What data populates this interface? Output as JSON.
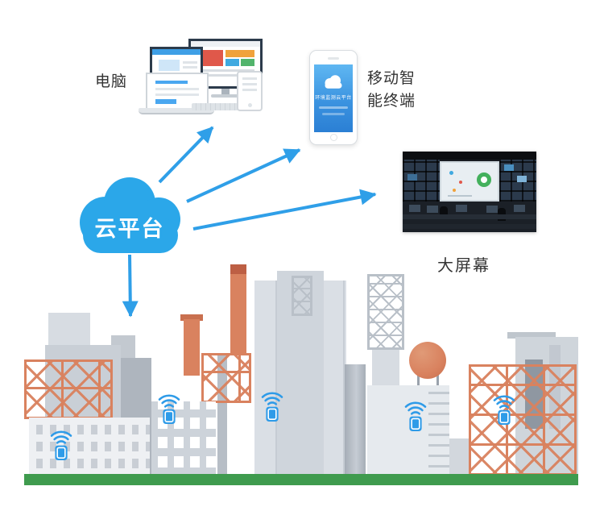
{
  "diagram": {
    "cloud": {
      "label": "云平台"
    },
    "endpoints": [
      {
        "id": "computer",
        "label": "电脑"
      },
      {
        "id": "mobile",
        "label_line1": "移动智",
        "label_line2": "能终端"
      },
      {
        "id": "big-screen",
        "label": "大屏幕"
      },
      {
        "id": "factory",
        "label": ""
      }
    ],
    "phone": {
      "app_title": "环境监测云平台"
    }
  },
  "colors": {
    "cloud_blue": "#2BA7E9",
    "arrow_blue": "#2F9FE8",
    "sensor_blue": "#2E9BE8",
    "factory_orange": "#D9825F",
    "ground_green": "#3F9B4E",
    "label_text": "#333333"
  }
}
